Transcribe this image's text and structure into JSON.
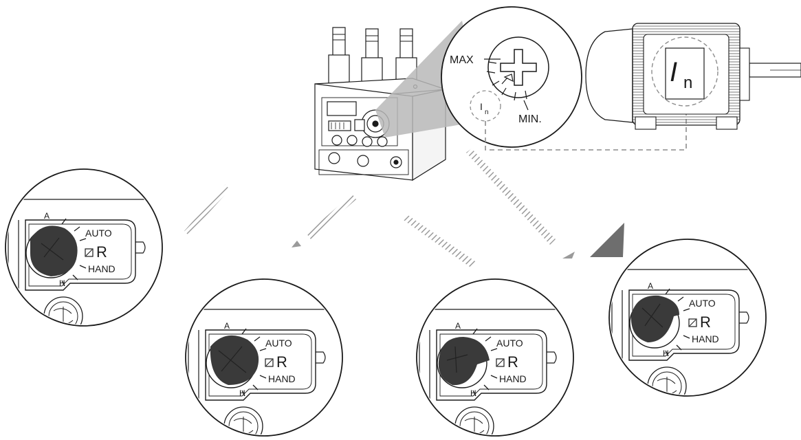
{
  "relay_zoom": {
    "max_label": "MAX",
    "min_label": "MIN.",
    "in_symbol": "I",
    "in_subscript": "n"
  },
  "motor": {
    "in_symbol": "I",
    "in_subscript": "n"
  },
  "reset_dial": {
    "auto_label": "AUTO",
    "hand_label": "HAND",
    "reset_label": "R",
    "a_label": "A",
    "h_label": "H"
  },
  "colors": {
    "line": "#1a1a1a",
    "knob": "#3a3a3a",
    "arrow": "#6e6e6e",
    "leader": "#8c8c8c"
  }
}
